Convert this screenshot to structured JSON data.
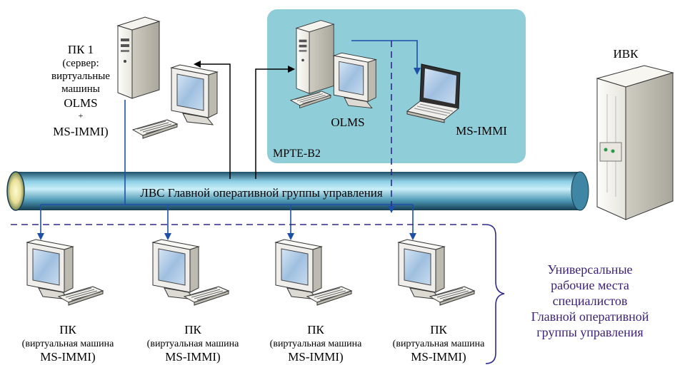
{
  "pc1": {
    "title": "ПК 1",
    "lines": [
      "(сервер:",
      "виртуальные",
      "машины",
      "OLMS",
      "+",
      "MS-IMMI)"
    ]
  },
  "mpte": {
    "label": "МРТЕ-В2",
    "olms": "OLMS",
    "msimmi": "MS-IMMI"
  },
  "ivk": {
    "label": "ИВК"
  },
  "lan": {
    "label": "ЛВС Главной оперативной группы управления"
  },
  "workstations": [
    {
      "l1": "ПК",
      "l2": "(виртуальная машина",
      "l3": "MS-IMMI)"
    },
    {
      "l1": "ПК",
      "l2": "(виртуальная машина",
      "l3": "MS-IMMI)"
    },
    {
      "l1": "ПК",
      "l2": "(виртуальная машина",
      "l3": "MS-IMMI)"
    },
    {
      "l1": "ПК",
      "l2": "(виртуальная машина",
      "l3": "MS-IMMI)"
    }
  ],
  "brace_label": [
    "Универсальные",
    "рабочие места",
    "специалистов",
    "Главной оперативной",
    "группы управления"
  ],
  "colors": {
    "mpte_bg": "#8fcdd9",
    "lan_link": "#1c4fa8",
    "dashed": "#2e2a8c",
    "brace_text": "#3b1f7a"
  }
}
